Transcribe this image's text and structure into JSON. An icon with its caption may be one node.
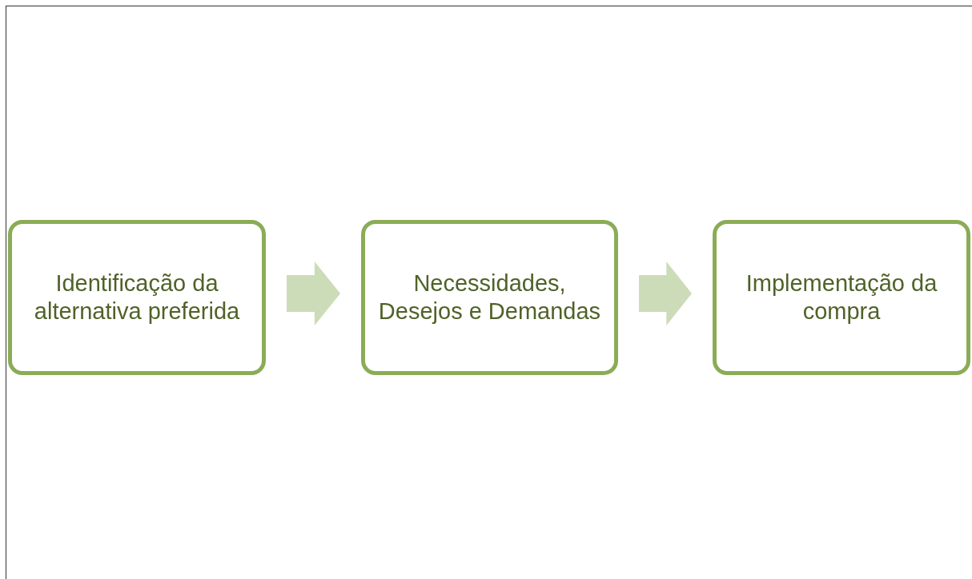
{
  "diagram": {
    "nodes": [
      {
        "text": [
          "Identificação da alternativa preferida"
        ]
      },
      {
        "text": [
          "Necessidades, Desejos e Demandas"
        ]
      },
      {
        "text": [
          "Implementação da compra"
        ]
      }
    ],
    "edges": [
      {
        "from": 0,
        "to": 1,
        "arrow": "to"
      },
      {
        "from": 1,
        "to": 2,
        "arrow": "to"
      }
    ]
  }
}
